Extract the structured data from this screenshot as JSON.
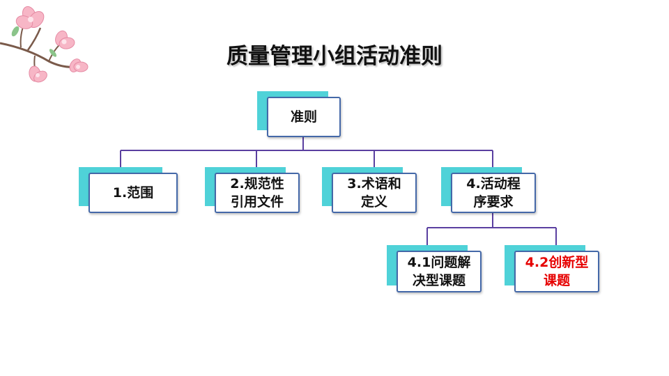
{
  "title": "质量管理小组活动准则",
  "root": {
    "label": "准则"
  },
  "level1": [
    {
      "label": "1.范围"
    },
    {
      "label": "2.规范性\n引用文件"
    },
    {
      "label": "3.术语和\n定义"
    },
    {
      "label": "4.活动程\n序要求"
    }
  ],
  "level2": [
    {
      "label": "4.1问题解\n决型课题"
    },
    {
      "label": "4.2创新型\n课题"
    }
  ],
  "colors": {
    "connector": "#5a3fa0",
    "box_border": "#4468a8",
    "box_shadow": "#4fd2d8",
    "highlight_text": "#e60000"
  },
  "decoration": {
    "icon": "cherry-blossom-icon"
  }
}
